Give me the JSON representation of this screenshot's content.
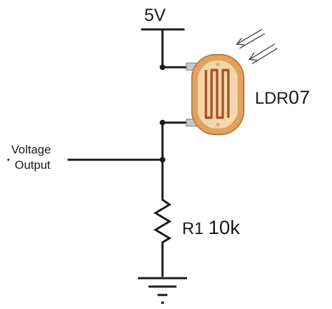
{
  "supply": {
    "label": "5V"
  },
  "ldr": {
    "prefix": "LDR",
    "number": "07"
  },
  "output": {
    "line1": "Voltage",
    "line2": "Output"
  },
  "resistor": {
    "name": "R1",
    "value": "10k"
  },
  "colors": {
    "wire": "#1a1a1a",
    "ldr_body": "#e2a25f",
    "ldr_face": "#f4d6a8",
    "ldr_track": "#a9542a"
  }
}
